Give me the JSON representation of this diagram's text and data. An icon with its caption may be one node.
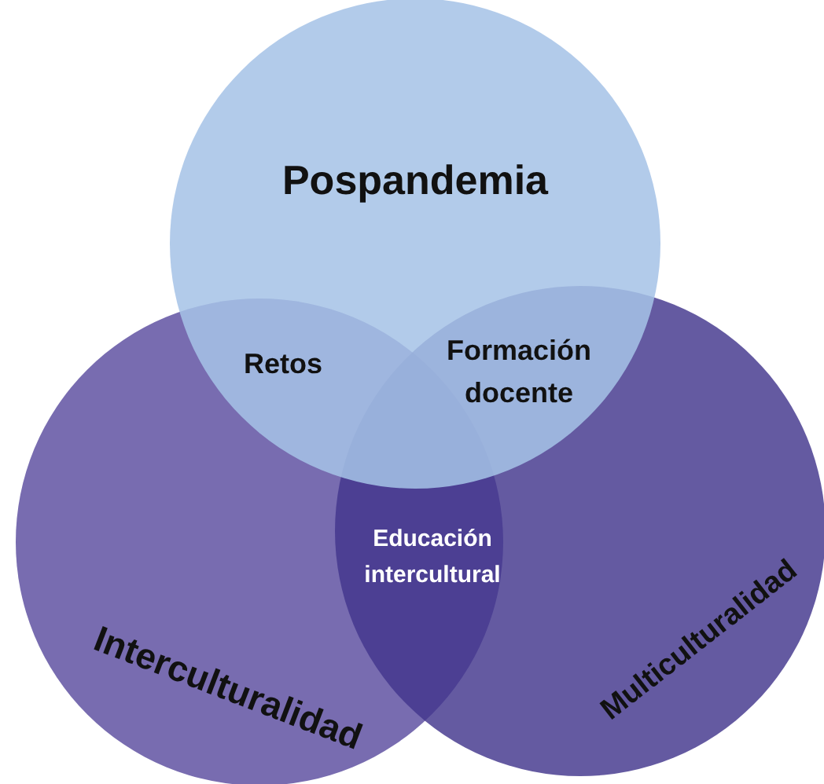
{
  "diagram": {
    "nodes": [
      {
        "text": [
          "Interculturalidad"
        ]
      },
      {
        "text": [
          "Multiculturalidad"
        ]
      },
      {
        "text": [
          "Pospandemia"
        ]
      }
    ],
    "edges": [],
    "labels": [
      "Retos",
      "Formación docente",
      "Educación intercultural"
    ]
  }
}
